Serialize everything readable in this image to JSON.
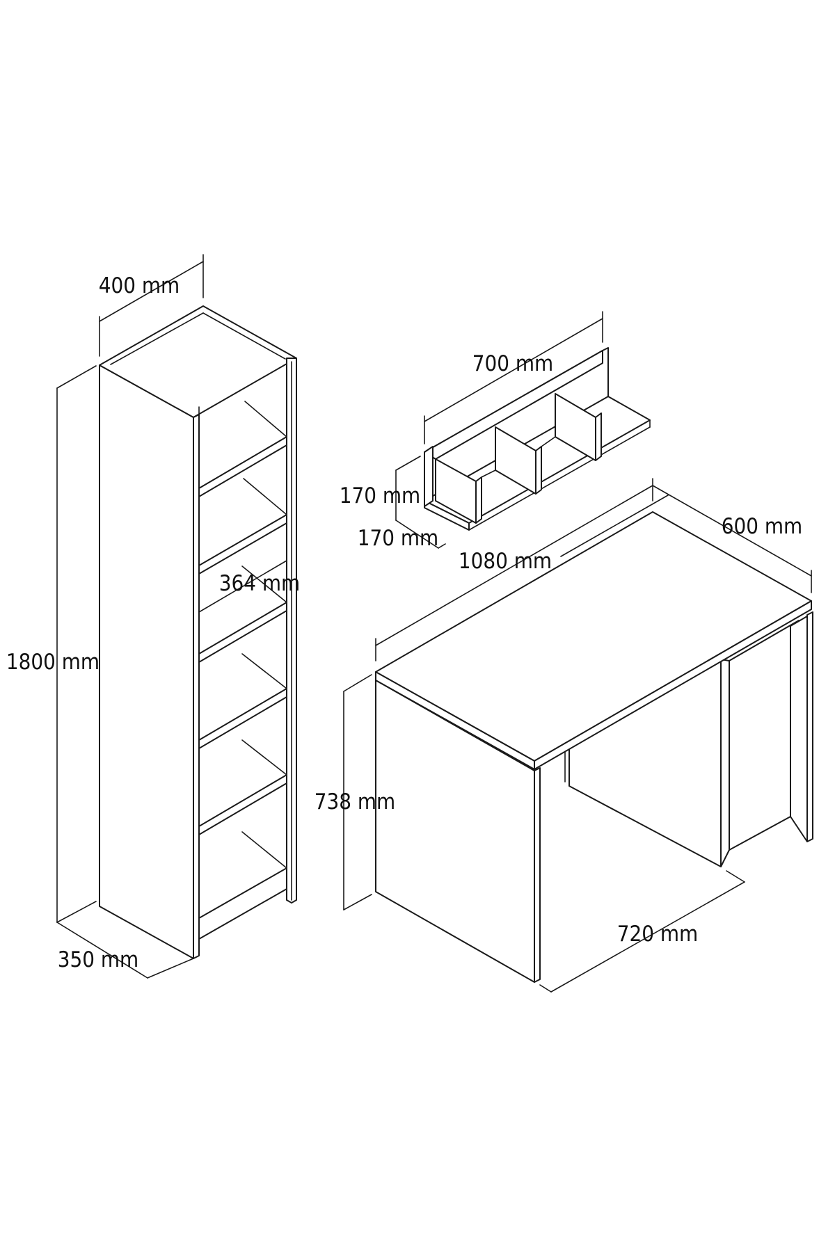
{
  "dimensions": {
    "bookcase_width": "400 mm",
    "bookcase_height": "1800 mm",
    "bookcase_depth": "350 mm",
    "bookcase_shelf_spacing": "364 mm",
    "wall_shelf_length": "700 mm",
    "wall_shelf_height": "170 mm",
    "wall_shelf_depth": "170 mm",
    "desk_length": "1080 mm",
    "desk_depth": "600 mm",
    "desk_height": "738 mm",
    "desk_leg_span": "720 mm"
  }
}
